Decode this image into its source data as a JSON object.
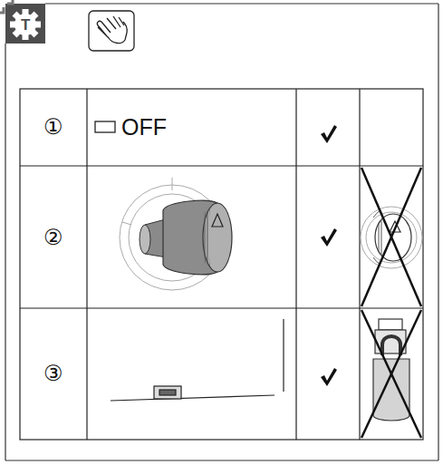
{
  "diagram": {
    "labels": [
      "T",
      "①",
      "OFF",
      "②",
      "③"
    ]
  }
}
